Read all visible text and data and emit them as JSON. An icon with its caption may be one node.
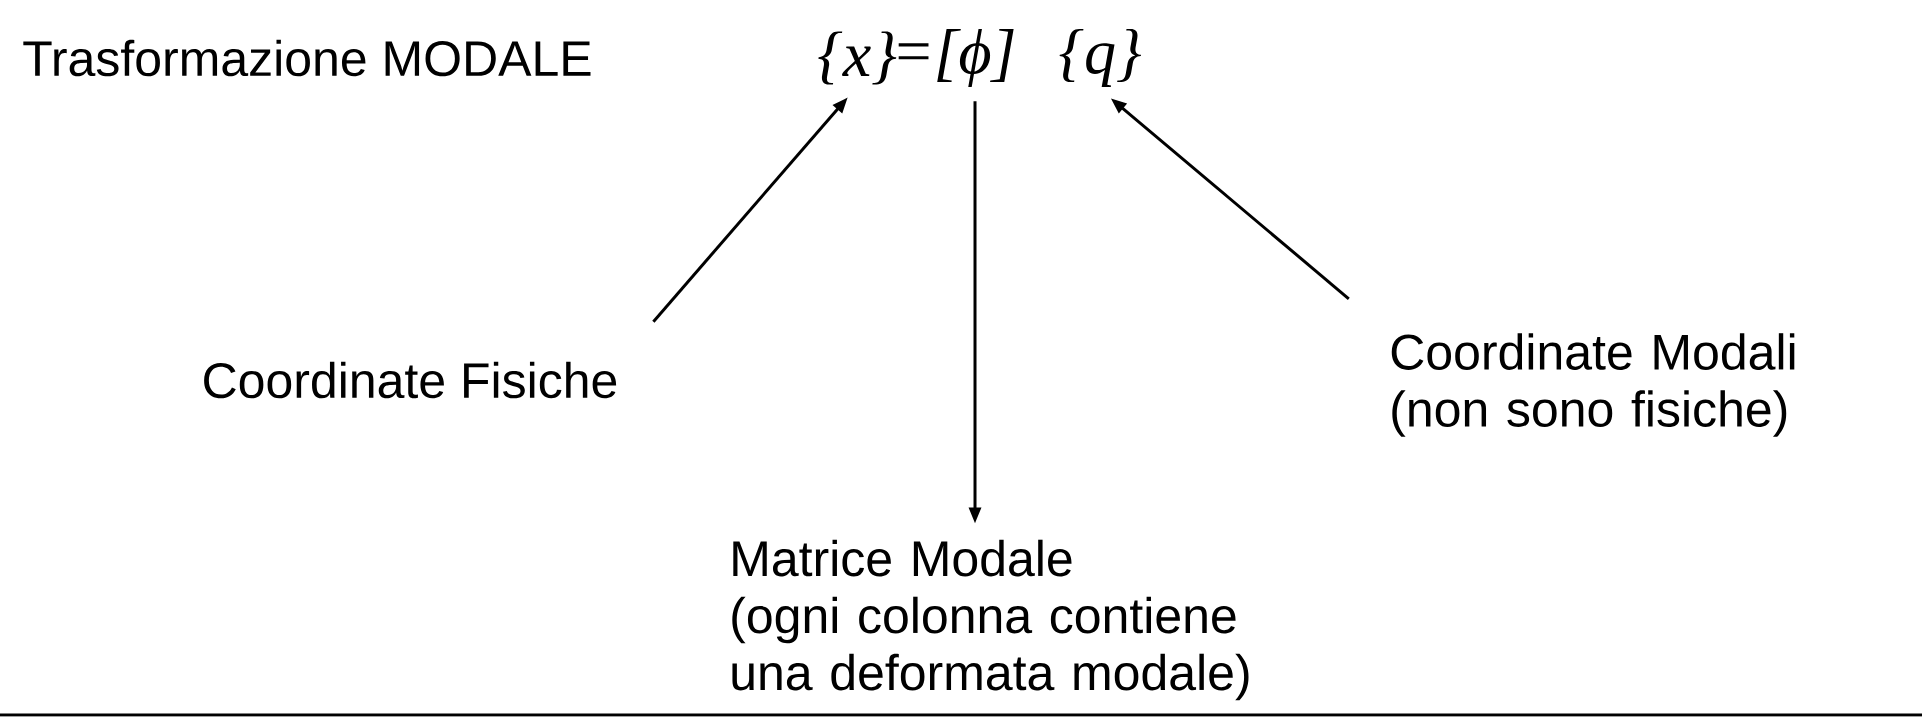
{
  "diagram": {
    "nodes": [
      {
        "text": [
          "{x}"
        ]
      },
      {
        "text": [
          "[ϕ]"
        ]
      },
      {
        "text": [
          "{q}"
        ]
      },
      {
        "text": [
          "Coordinate Fisiche"
        ]
      },
      {
        "text": [
          "Coordinate Modali",
          "(non sono fisiche)"
        ]
      },
      {
        "text": [
          "Matrice Modale",
          "(ogni colonna contiene una deformata modale)"
        ]
      }
    ],
    "edges": [
      {
        "from": 3,
        "to": 0,
        "arrow": "to"
      },
      {
        "from": 1,
        "to": 5,
        "arrow": "to"
      },
      {
        "from": 4,
        "to": 2,
        "arrow": "to"
      }
    ],
    "labels": [
      "Trasformazione MODALE",
      "="
    ]
  }
}
